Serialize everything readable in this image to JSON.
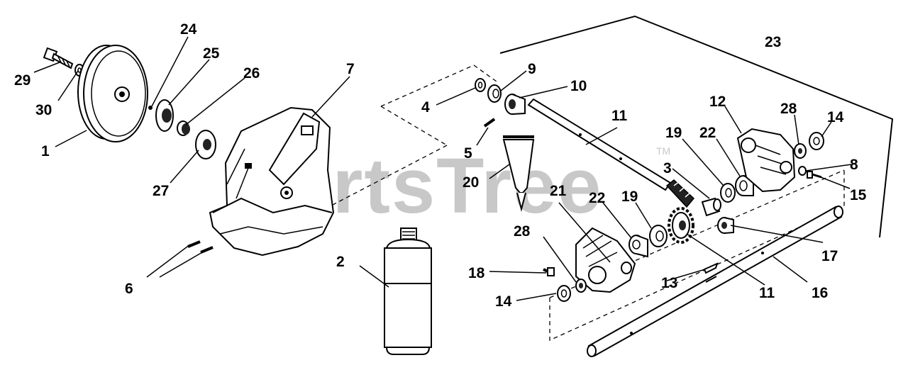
{
  "watermark": {
    "text": "PartsTree",
    "trademark": "TM"
  },
  "callouts": {
    "c1": "1",
    "c2": "2",
    "c3": "3",
    "c4": "4",
    "c5": "5",
    "c6": "6",
    "c7": "7",
    "c8": "8",
    "c9": "9",
    "c10": "10",
    "c11a": "11",
    "c11b": "11",
    "c12": "12",
    "c13": "13",
    "c14a": "14",
    "c14b": "14",
    "c15": "15",
    "c16": "16",
    "c17": "17",
    "c18": "18",
    "c19a": "19",
    "c19b": "19",
    "c20": "20",
    "c21": "21",
    "c22a": "22",
    "c22b": "22",
    "c23": "23",
    "c24": "24",
    "c25": "25",
    "c26": "26",
    "c27": "27",
    "c28a": "28",
    "c28b": "28",
    "c29": "29",
    "c30": "30"
  }
}
